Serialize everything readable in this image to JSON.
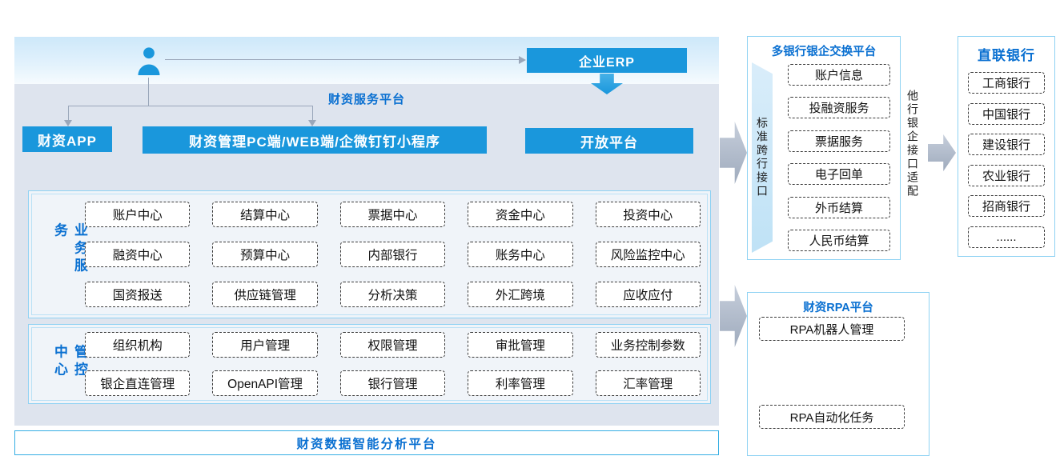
{
  "colors": {
    "accent_blue": "#1a97dc",
    "title_blue": "#0a70d1",
    "panel_border": "#8fd2f3",
    "container_bg": "#dee4ee",
    "arrow_gray": "#9fabbd"
  },
  "top_banner": {
    "erp_label": "企业ERP"
  },
  "platform": {
    "title": "财资服务平台",
    "entries": {
      "app": "财资APP",
      "pc": "财资管理PC端/WEB端/企微钉钉小程序",
      "open": "开放平台"
    },
    "business": {
      "label": "业务服务",
      "rows": [
        [
          "账户中心",
          "结算中心",
          "票据中心",
          "资金中心",
          "投资中心"
        ],
        [
          "融资中心",
          "预算中心",
          "内部银行",
          "账务中心",
          "风险监控中心"
        ],
        [
          "国资报送",
          "供应链管理",
          "分析决策",
          "外汇跨境",
          "应收应付"
        ]
      ]
    },
    "control": {
      "label": "管控中心",
      "rows": [
        [
          "组织机构",
          "用户管理",
          "权限管理",
          "审批管理",
          "业务控制参数"
        ],
        [
          "银企直连管理",
          "OpenAPI管理",
          "银行管理",
          "利率管理",
          "汇率管理"
        ]
      ]
    },
    "bottom_bar": "财资数据智能分析平台"
  },
  "exchange": {
    "title": "多银行银企交换平台",
    "left_label": "标准跨行接口",
    "right_label": "他行银企接口适配",
    "items": [
      "账户信息",
      "投融资服务",
      "票据服务",
      "电子回单",
      "外币结算",
      "人民币结算"
    ]
  },
  "banks": {
    "title": "直联银行",
    "items": [
      "工商银行",
      "中国银行",
      "建设银行",
      "农业银行",
      "招商银行",
      "......"
    ]
  },
  "rpa": {
    "title": "财资RPA平台",
    "items": [
      "RPA机器人管理",
      "RPA自动化任务"
    ]
  }
}
